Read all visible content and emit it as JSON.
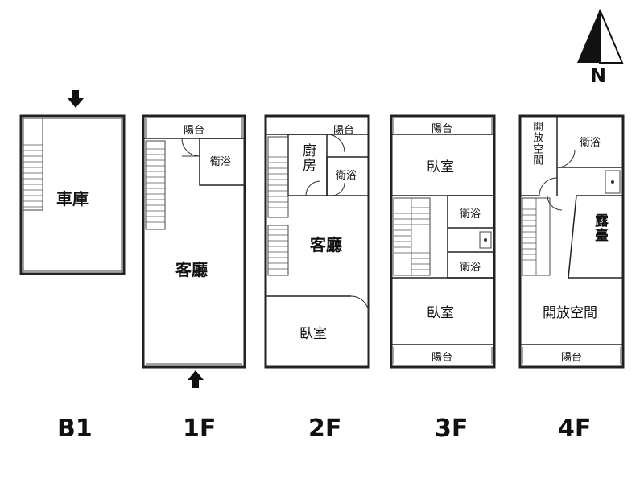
{
  "floors": [
    {
      "id": "B1",
      "label": "B1",
      "rooms": {
        "garage": "車庫"
      }
    },
    {
      "id": "1F",
      "label": "1F",
      "rooms": {
        "balcony": "陽台",
        "bath": "衛浴",
        "living": "客廳"
      }
    },
    {
      "id": "2F",
      "label": "2F",
      "rooms": {
        "balcony": "陽台",
        "kitchen": "廚房",
        "bath": "衛浴",
        "living": "客廳",
        "bedroom": "臥室"
      }
    },
    {
      "id": "3F",
      "label": "3F",
      "rooms": {
        "balcony_top": "陽台",
        "bedroom_top": "臥室",
        "bath_1": "衛浴",
        "bath_2": "衛浴",
        "bedroom_bottom": "臥室",
        "balcony_bottom": "陽台"
      }
    },
    {
      "id": "4F",
      "label": "4F",
      "rooms": {
        "open_space_small": "開放空間",
        "bath": "衛浴",
        "terrace": "露臺",
        "open_space": "開放空間",
        "balcony": "陽台"
      }
    }
  ],
  "compass": {
    "label": "N"
  }
}
